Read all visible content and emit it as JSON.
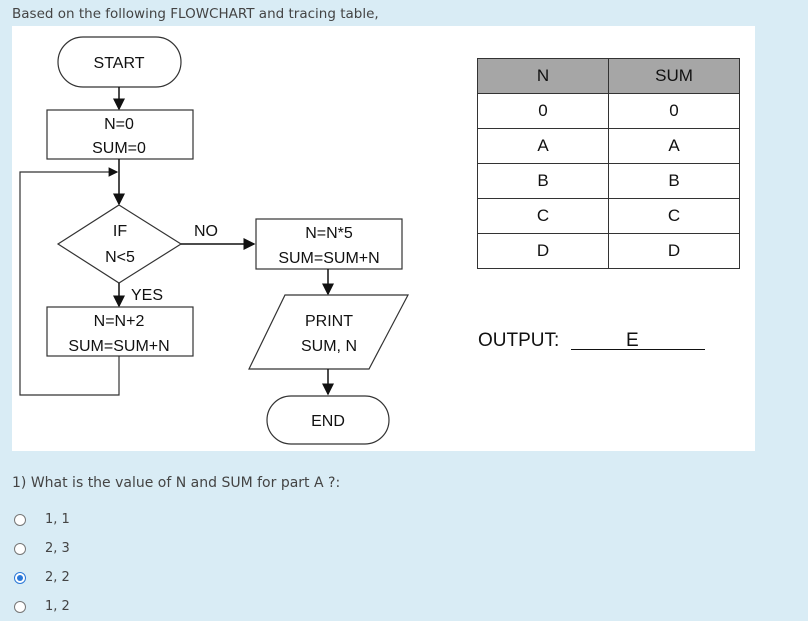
{
  "instruction": "Based on the following FLOWCHART and tracing table,",
  "flowchart": {
    "start": "START",
    "init_n": "N=0",
    "init_sum": "SUM=0",
    "decision_line1": "IF",
    "decision_line2": "N<5",
    "no_label": "NO",
    "yes_label": "YES",
    "loop_n": "N=N+2",
    "loop_sum": "SUM=SUM+N",
    "after_n": "N=N*5",
    "after_sum": "SUM=SUM+N",
    "print_line1": "PRINT",
    "print_line2": "SUM, N",
    "end": "END"
  },
  "trace_table": {
    "headers": [
      "N",
      "SUM"
    ],
    "rows": [
      [
        "0",
        "0"
      ],
      [
        "A",
        "A"
      ],
      [
        "B",
        "B"
      ],
      [
        "C",
        "C"
      ],
      [
        "D",
        "D"
      ]
    ]
  },
  "output": {
    "label": "OUTPUT:",
    "value": "E"
  },
  "question": {
    "text": "1) What is the value of N and SUM for part A ?:",
    "options": [
      {
        "label": "1, 1",
        "selected": false
      },
      {
        "label": "2, 3",
        "selected": false
      },
      {
        "label": "2, 2",
        "selected": true
      },
      {
        "label": "1, 2",
        "selected": false
      }
    ]
  },
  "colors": {
    "page_background": "#d9ecf5",
    "table_header": "#a6a6a6",
    "radio_selected": "#2b78d8"
  }
}
